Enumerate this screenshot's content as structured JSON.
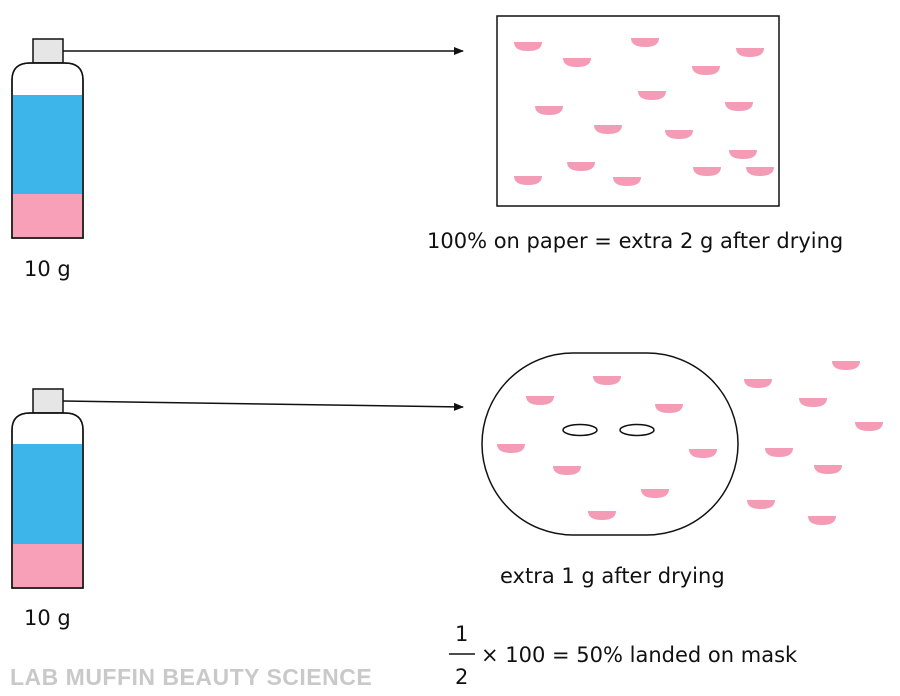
{
  "colors": {
    "liquid_blue": "#3db4ea",
    "liquid_pink": "#f9a0b9",
    "droplet_pink": "#f49bb5",
    "cap_gray": "#e6e6e6",
    "outline": "#111111",
    "watermark": "#c9c9c9"
  },
  "top": {
    "bottle_mass": "10 g",
    "result_caption": "100% on paper = extra 2 g after drying"
  },
  "bottom": {
    "bottle_mass": "10 g",
    "result_caption": "extra 1 g after drying",
    "fraction_numerator": "1",
    "fraction_denominator": "2",
    "equation_rest": "× 100 = 50% landed on mask"
  },
  "watermark": "LAB MUFFIN BEAUTY SCIENCE"
}
